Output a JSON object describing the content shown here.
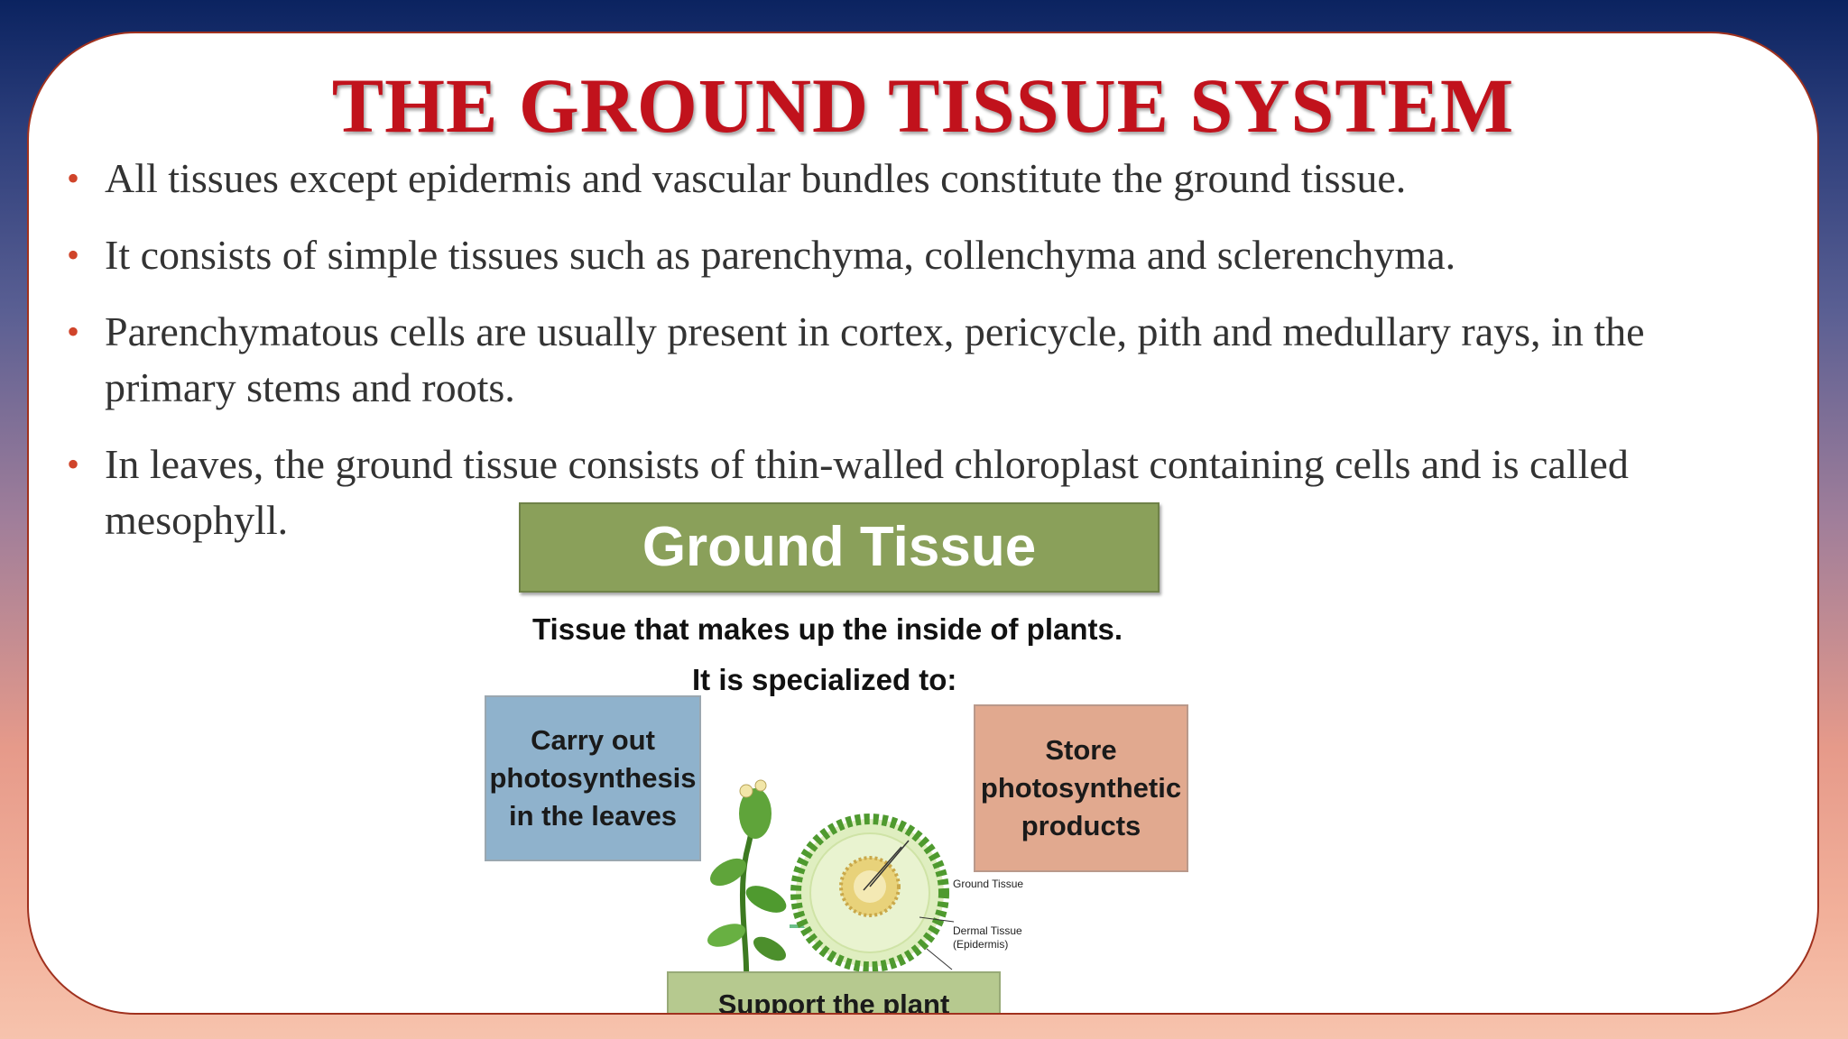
{
  "slide": {
    "title": "THE GROUND TISSUE SYSTEM",
    "bullets": [
      "All tissues except epidermis and vascular bundles constitute the ground tissue.",
      "It consists of simple tissues such as parenchyma, collenchyma and sclerenchyma.",
      "Parenchymatous cells are usually present in cortex, pericycle, pith and medullary rays, in the primary stems and roots.",
      "In leaves, the ground tissue consists of thin-walled chloroplast containing cells and is called mesophyll."
    ]
  },
  "figure": {
    "banner": "Ground Tissue",
    "subtitle": "Tissue that makes up the inside of plants.",
    "specialized": "It is specialized to:",
    "box_left": "Carry out photosynthesis in the leaves",
    "box_right": "Store photosynthetic products",
    "box_bottom": "Support the plant",
    "label_ground": "Ground Tissue",
    "label_dermal": "Dermal Tissue (Epidermis)"
  },
  "colors": {
    "title": "#c1121c",
    "bullet": "#d0442a",
    "frame": "#a0311e"
  }
}
